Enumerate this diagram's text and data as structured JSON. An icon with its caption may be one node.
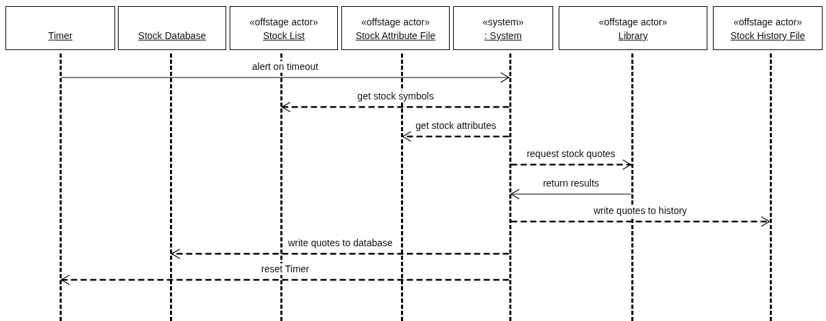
{
  "diagram": {
    "nodes": [
      {
        "text": [
          "Timer"
        ]
      },
      {
        "text": [
          "Stock Database"
        ]
      },
      {
        "text": [
          "«offstage actor»",
          "Stock List"
        ]
      },
      {
        "text": [
          "«offstage actor»",
          "Stock Attribute File"
        ]
      },
      {
        "text": [
          "«system»",
          ": System"
        ]
      },
      {
        "text": [
          "«offstage actor»",
          "Library"
        ]
      },
      {
        "text": [
          "«offstage actor»",
          "Stock History File"
        ]
      },
      {
        "text": [],
        "shape": "line"
      },
      {
        "text": [],
        "shape": "line"
      },
      {
        "text": [],
        "shape": "line"
      },
      {
        "text": [],
        "shape": "line"
      },
      {
        "text": [],
        "shape": "line"
      },
      {
        "text": [],
        "shape": "line"
      },
      {
        "text": [],
        "shape": "line"
      }
    ],
    "edges": [
      {
        "from": 7,
        "to": 11,
        "arrow": "to",
        "label": "alert on timeout"
      },
      {
        "from": 11,
        "to": 9,
        "arrow": "to",
        "label": "get stock symbols",
        "style": "dashed"
      },
      {
        "from": 11,
        "to": 10,
        "arrow": "to",
        "label": "get stock attributes",
        "style": "dashed"
      },
      {
        "from": 11,
        "to": 12,
        "arrow": "to",
        "label": "request stock quotes",
        "style": "dashed"
      },
      {
        "from": 12,
        "to": 11,
        "arrow": "to",
        "label": "return results"
      },
      {
        "from": 11,
        "to": 13,
        "arrow": "to",
        "label": "write quotes to history",
        "style": "dashed"
      },
      {
        "from": 11,
        "to": 8,
        "arrow": "to",
        "label": "write quotes to database",
        "style": "dashed"
      },
      {
        "from": 11,
        "to": 7,
        "arrow": "to",
        "label": "reset Timer",
        "style": "dashed"
      }
    ]
  }
}
